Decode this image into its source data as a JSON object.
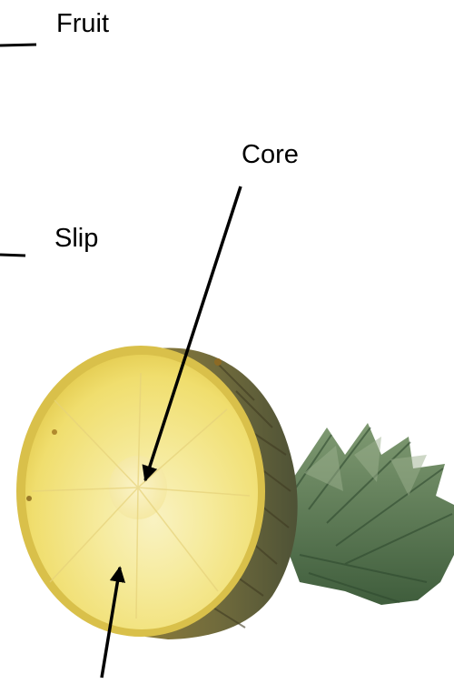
{
  "labels": {
    "fruit": "Fruit",
    "slip": "Slip",
    "core": "Core"
  },
  "icons": {
    "pineapple": "pineapple-illustration",
    "arrow": "arrow-icon"
  },
  "colors": {
    "background": "#ffffff",
    "line": "#000000",
    "flesh": "#f3e58c",
    "core": "#f8efb5",
    "rind": "#6b6a3a",
    "crown": "#5e7d52"
  }
}
